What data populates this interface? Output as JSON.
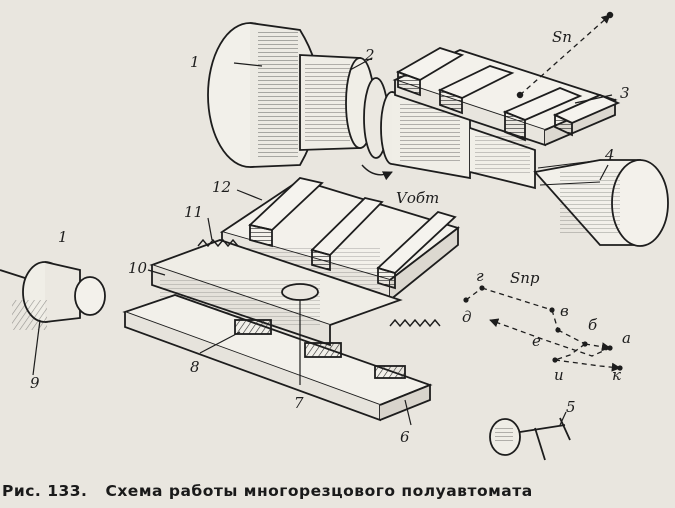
{
  "labels": {
    "l1": "1",
    "l2": "2",
    "l3": "3",
    "l4": "4",
    "l5": "5",
    "l6": "6",
    "l7": "7",
    "l8": "8",
    "l9": "9",
    "l10": "10",
    "l11": "11",
    "l12": "12",
    "l1b": "1",
    "sn": "Sп",
    "vob": "Vобт",
    "spr": "Sпр",
    "a": "а",
    "b": "б",
    "v": "в",
    "g": "г",
    "d": "д",
    "e": "е",
    "i": "и",
    "k": "к"
  },
  "caption": {
    "prefix": "Рис. 133.",
    "text": "Схема работы многорезцового полуавтомата"
  }
}
